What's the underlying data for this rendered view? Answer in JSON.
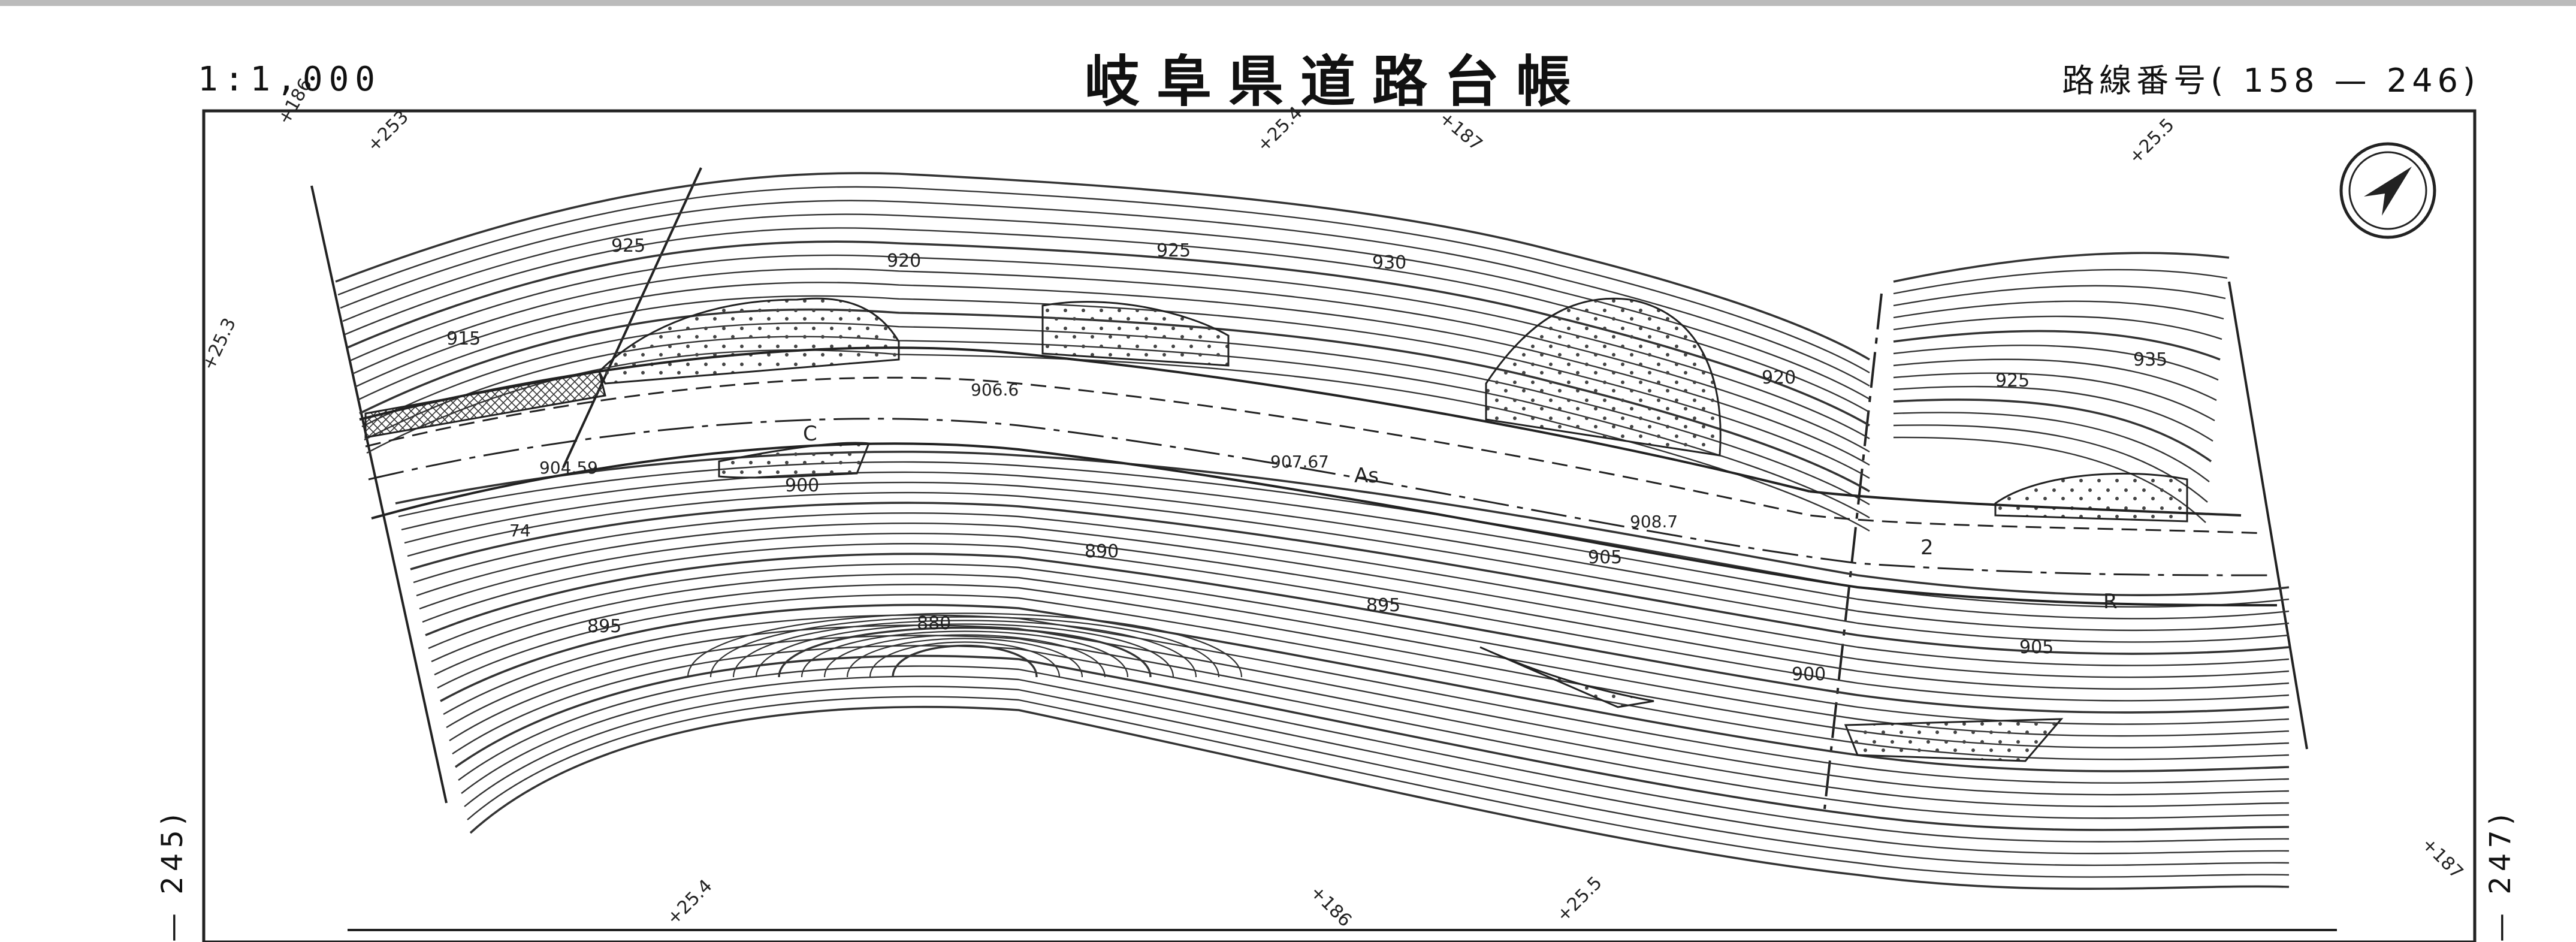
{
  "header": {
    "title": "岐阜県道路台帳",
    "scale": "1:1,000",
    "route_number": "路線番号( 158 — 246)"
  },
  "side_labels": {
    "left": "— 245)",
    "right": "— 247)"
  },
  "contour_labels": [
    "925",
    "920",
    "925",
    "930",
    "915",
    "920",
    "935",
    "925",
    "900",
    "890",
    "905",
    "880",
    "895",
    "895",
    "900",
    "905"
  ],
  "elevation_points": [
    "906.6",
    "904.59",
    "907.67",
    "908.7",
    "74"
  ],
  "road_labels": [
    "As",
    "C",
    "R",
    "2"
  ],
  "chainage_labels": {
    "top": [
      "+186",
      "+253",
      "+25.4",
      "+187",
      "+25.5",
      "+25.3"
    ],
    "bottom": [
      "+25.4",
      "+186",
      "+25.5",
      "+187"
    ]
  },
  "north_arrow": "north-arrow-icon",
  "colors": {
    "ink": "#222222",
    "paper": "#ffffff"
  }
}
